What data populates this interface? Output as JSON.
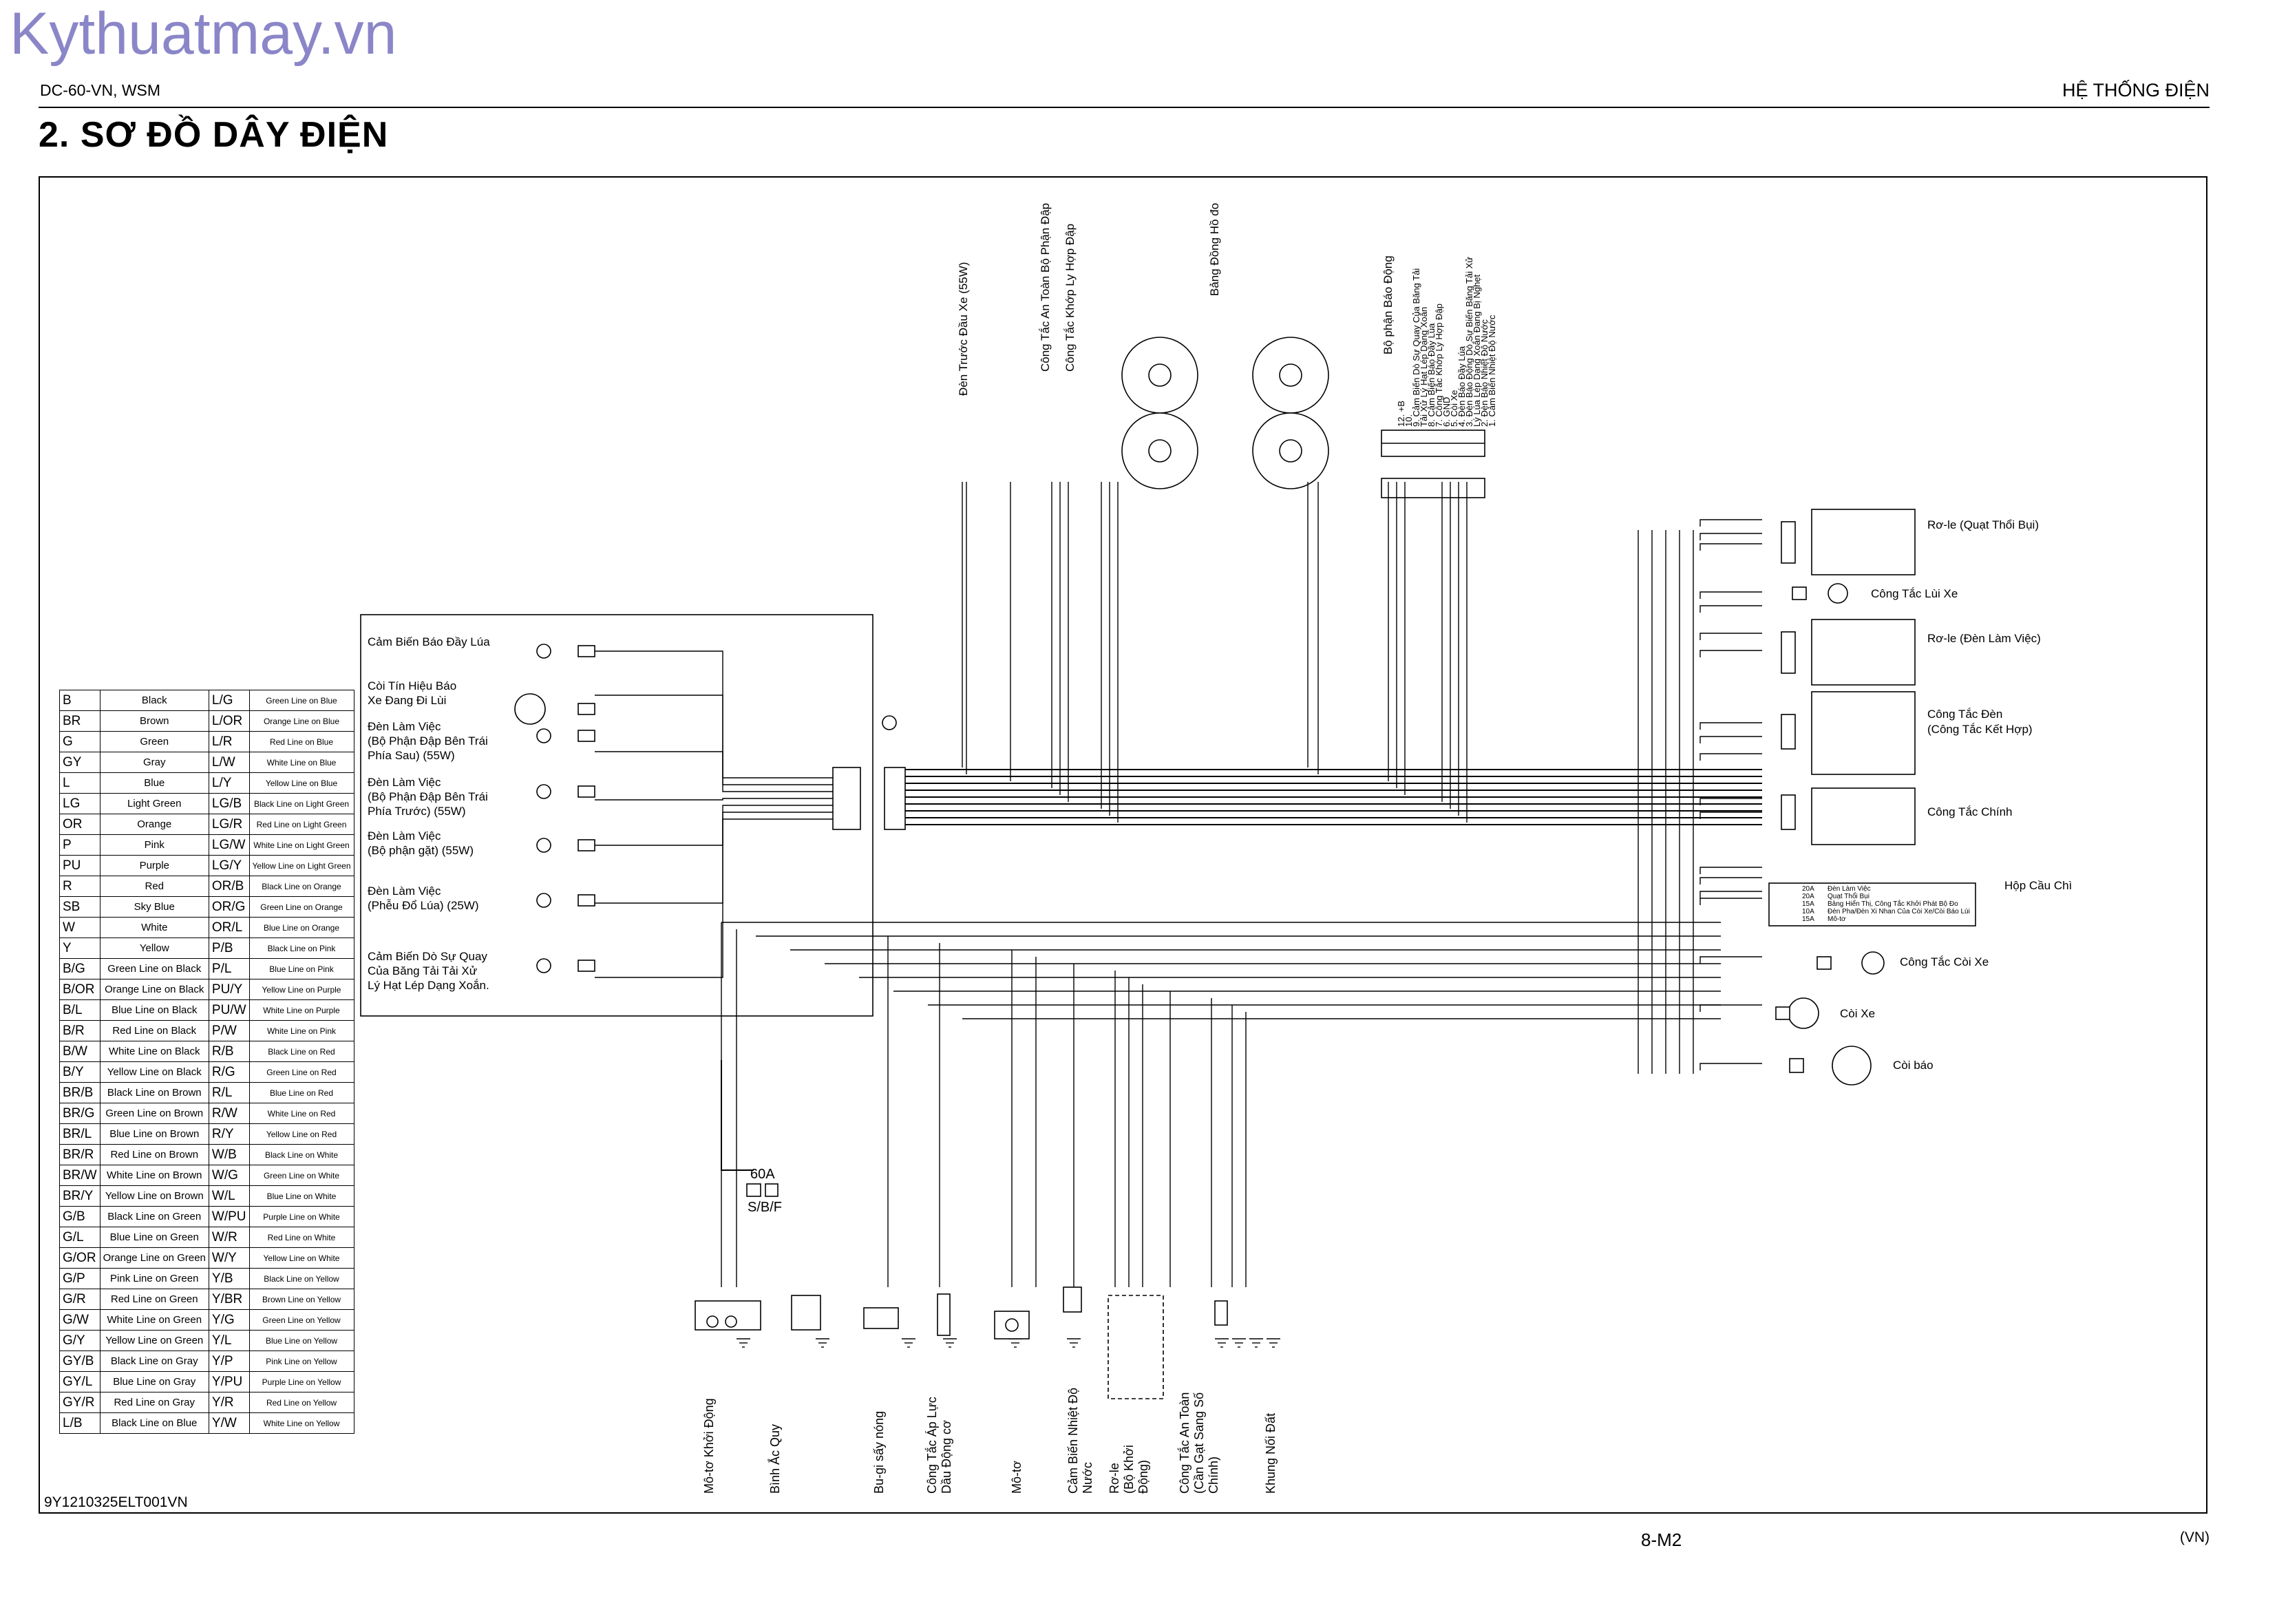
{
  "watermark": "Kythuatmay.vn",
  "header": {
    "doc_id": "DC-60-VN, WSM",
    "section": "HỆ THỐNG ĐIỆN",
    "title": "2.   SƠ ĐỒ DÂY ĐIỆN"
  },
  "footer": {
    "figure_id": "9Y1210325ELT001VN",
    "page": "8-M2",
    "region": "(VN)"
  },
  "colors": {
    "watermark": "#8a86c8",
    "line": "#000000"
  },
  "legend": [
    {
      "code": "B",
      "desc": "Black",
      "code2": "L/G",
      "desc2": "Green Line on Blue"
    },
    {
      "code": "BR",
      "desc": "Brown",
      "code2": "L/OR",
      "desc2": "Orange Line on Blue"
    },
    {
      "code": "G",
      "desc": "Green",
      "code2": "L/R",
      "desc2": "Red Line on Blue"
    },
    {
      "code": "GY",
      "desc": "Gray",
      "code2": "L/W",
      "desc2": "White Line on Blue"
    },
    {
      "code": "L",
      "desc": "Blue",
      "code2": "L/Y",
      "desc2": "Yellow Line on Blue"
    },
    {
      "code": "LG",
      "desc": "Light Green",
      "code2": "LG/B",
      "desc2": "Black Line on Light Green"
    },
    {
      "code": "OR",
      "desc": "Orange",
      "code2": "LG/R",
      "desc2": "Red Line on Light Green"
    },
    {
      "code": "P",
      "desc": "Pink",
      "code2": "LG/W",
      "desc2": "White Line on Light Green"
    },
    {
      "code": "PU",
      "desc": "Purple",
      "code2": "LG/Y",
      "desc2": "Yellow Line on Light Green"
    },
    {
      "code": "R",
      "desc": "Red",
      "code2": "OR/B",
      "desc2": "Black Line on Orange"
    },
    {
      "code": "SB",
      "desc": "Sky Blue",
      "code2": "OR/G",
      "desc2": "Green Line on Orange"
    },
    {
      "code": "W",
      "desc": "White",
      "code2": "OR/L",
      "desc2": "Blue Line on Orange"
    },
    {
      "code": "Y",
      "desc": "Yellow",
      "code2": "P/B",
      "desc2": "Black Line on Pink"
    },
    {
      "code": "B/G",
      "desc": "Green Line on Black",
      "code2": "P/L",
      "desc2": "Blue Line on Pink"
    },
    {
      "code": "B/OR",
      "desc": "Orange Line on Black",
      "code2": "PU/Y",
      "desc2": "Yellow Line on Purple"
    },
    {
      "code": "B/L",
      "desc": "Blue Line on Black",
      "code2": "PU/W",
      "desc2": "White Line on Purple"
    },
    {
      "code": "B/R",
      "desc": "Red Line on Black",
      "code2": "P/W",
      "desc2": "White Line on Pink"
    },
    {
      "code": "B/W",
      "desc": "White Line on Black",
      "code2": "R/B",
      "desc2": "Black Line on Red"
    },
    {
      "code": "B/Y",
      "desc": "Yellow Line on Black",
      "code2": "R/G",
      "desc2": "Green Line on Red"
    },
    {
      "code": "BR/B",
      "desc": "Black Line on Brown",
      "code2": "R/L",
      "desc2": "Blue Line on Red"
    },
    {
      "code": "BR/G",
      "desc": "Green Line on Brown",
      "code2": "R/W",
      "desc2": "White Line on Red"
    },
    {
      "code": "BR/L",
      "desc": "Blue Line on Brown",
      "code2": "R/Y",
      "desc2": "Yellow Line on Red"
    },
    {
      "code": "BR/R",
      "desc": "Red Line on Brown",
      "code2": "W/B",
      "desc2": "Black Line on White"
    },
    {
      "code": "BR/W",
      "desc": "White Line on Brown",
      "code2": "W/G",
      "desc2": "Green Line on White"
    },
    {
      "code": "BR/Y",
      "desc": "Yellow Line on Brown",
      "code2": "W/L",
      "desc2": "Blue Line on White"
    },
    {
      "code": "G/B",
      "desc": "Black Line on Green",
      "code2": "W/PU",
      "desc2": "Purple Line on White"
    },
    {
      "code": "G/L",
      "desc": "Blue Line on Green",
      "code2": "W/R",
      "desc2": "Red Line on White"
    },
    {
      "code": "G/OR",
      "desc": "Orange Line on Green",
      "code2": "W/Y",
      "desc2": "Yellow Line on White"
    },
    {
      "code": "G/P",
      "desc": "Pink Line on Green",
      "code2": "Y/B",
      "desc2": "Black Line on Yellow"
    },
    {
      "code": "G/R",
      "desc": "Red Line on Green",
      "code2": "Y/BR",
      "desc2": "Brown Line on Yellow"
    },
    {
      "code": "G/W",
      "desc": "White Line on Green",
      "code2": "Y/G",
      "desc2": "Green Line on Yellow"
    },
    {
      "code": "G/Y",
      "desc": "Yellow Line on Green",
      "code2": "Y/L",
      "desc2": "Blue Line on Yellow"
    },
    {
      "code": "GY/B",
      "desc": "Black Line on Gray",
      "code2": "Y/P",
      "desc2": "Pink Line on Yellow"
    },
    {
      "code": "GY/L",
      "desc": "Blue Line on Gray",
      "code2": "Y/PU",
      "desc2": "Purple Line on Yellow"
    },
    {
      "code": "GY/R",
      "desc": "Red Line on Gray",
      "code2": "Y/R",
      "desc2": "Red Line on Yellow"
    },
    {
      "code": "L/B",
      "desc": "Black Line on Blue",
      "code2": "Y/W",
      "desc2": "White Line on Yellow"
    }
  ],
  "left_box_components": [
    "Cảm Biến Báo Đầy Lúa",
    "Còi Tín Hiệu Báo\nXe Đang Đi Lùi",
    "Đèn Làm Việc\n(Bộ Phận Đập Bên Trái\nPhía Sau) (55W)",
    "Đèn Làm Việc\n(Bộ Phận Đập Bên Trái\nPhía Trước) (55W)",
    "Đèn Làm Việc\n(Bộ phận gặt) (55W)",
    "Đèn Làm Việc\n(Phễu Đổ Lúa) (25W)",
    "Cảm Biến Dò Sự Quay\nCủa Băng Tải Tải Xử\nLý Hạt Lép Dạng Xoắn."
  ],
  "top_components": [
    "Đèn Trước Đầu Xe (55W)",
    "Công Tắc An Toàn Bộ Phận Đập",
    "Công Tắc Khớp Ly Hợp Đập",
    "Bảng Đồng Hồ đo",
    "Bộ phận Báo Động"
  ],
  "alarm_pins": [
    "12. +B",
    "10.",
    "9. Cảm Biến Dò Sự Quay Của Băng Tải",
    "Tải Xử Lý Hạt Lép Dạng Xoắn",
    "8. Cảm Biến Báo Đầy Lúa",
    "7. Công Tắc Khớp Ly Hợp Đập",
    "6. GND",
    "5. Còi Xe",
    "4. Đèn Báo Đầy Lúa",
    "3. Đèn Báo Động Dò Sự Biến Băng Tải Xử",
    "Lý Lúa Lép Dạng Xoắn Đang Bị Nghẹt",
    "2. Đèn Báo Nhiệt Độ Nước",
    "1. Cảm Biến Nhiệt Độ Nước"
  ],
  "right_components": [
    "Rơ-le (Quạt Thổi Bụi)",
    "Công Tắc Lùi Xe",
    "Rơ-le (Đèn Làm Việc)",
    "Công Tắc Đèn\n(Công Tắc Kết Hợp)",
    "Công Tắc Chính",
    "Hộp Cầu Chì",
    "Công Tắc Còi Xe",
    "Còi Xe",
    "Còi báo"
  ],
  "bottom_components": [
    "Mô-tơ Khởi Động",
    "Bình Ắc Quy",
    "Bu-gi sấy nóng",
    "Công Tắc Áp Lực\nDầu Động cơ",
    "Mô-tơ",
    "Cảm Biến Nhiệt Độ\nNước",
    "Rơ-le\n(Bộ Khởi\nĐộng)",
    "Công Tắc An Toàn\n(Cần Gạt Sang Số\nChính)",
    "Khung Nối Đất"
  ],
  "fuse": {
    "rating": "60A",
    "type": "S/B/F"
  },
  "fuse_box": [
    {
      "amp": "20A",
      "name": "Đèn Làm Việc"
    },
    {
      "amp": "20A",
      "name": "Quạt Thổi Bụi"
    },
    {
      "amp": "15A",
      "name": "Bảng Hiển Thị, Công Tắc Khởi Phát Bộ Đo"
    },
    {
      "amp": "10A",
      "name": "Đèn Pha/Đèn Xi Nhan Của Còi Xe/Còi Báo Lùi"
    },
    {
      "amp": "15A",
      "name": "Mô-tơ"
    }
  ]
}
